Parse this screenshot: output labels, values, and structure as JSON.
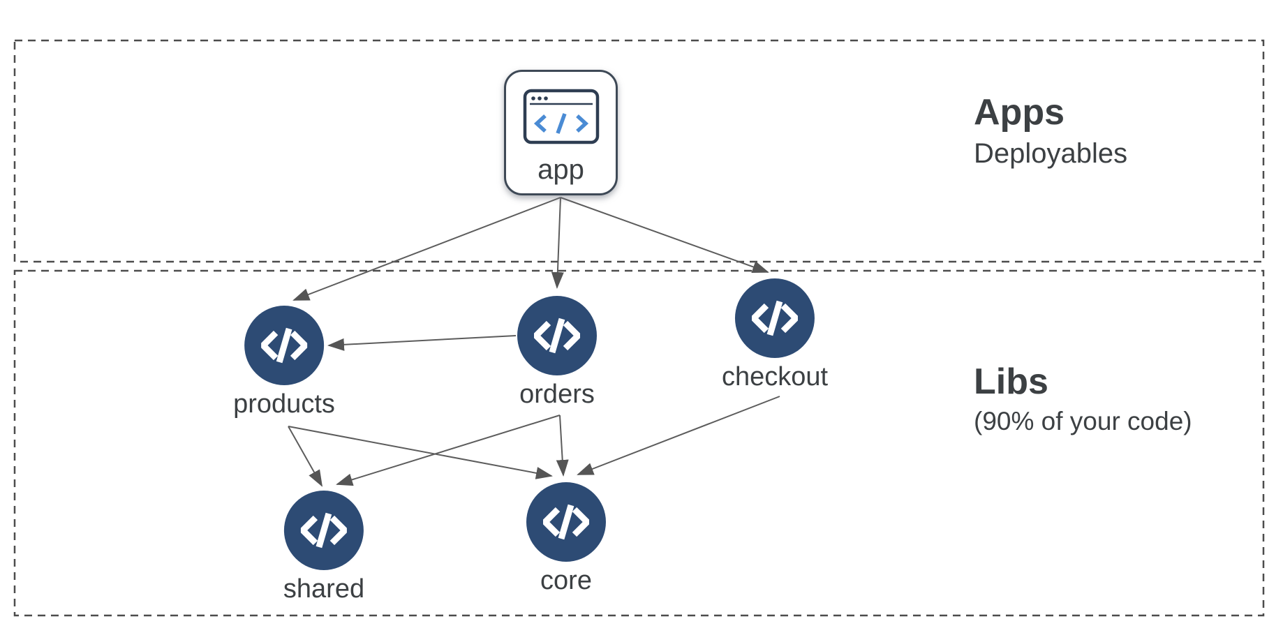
{
  "sections": {
    "apps": {
      "title": "Apps",
      "subtitle": "Deployables"
    },
    "libs": {
      "title": "Libs",
      "subtitle": "(90% of your code)"
    }
  },
  "nodes": {
    "app": {
      "label": "app",
      "icon": "browser-code-icon",
      "section": "apps"
    },
    "products": {
      "label": "products",
      "icon": "code-icon",
      "section": "libs"
    },
    "orders": {
      "label": "orders",
      "icon": "code-icon",
      "section": "libs"
    },
    "checkout": {
      "label": "checkout",
      "icon": "code-icon",
      "section": "libs"
    },
    "shared": {
      "label": "shared",
      "icon": "code-icon",
      "section": "libs"
    },
    "core": {
      "label": "core",
      "icon": "code-icon",
      "section": "libs"
    }
  },
  "edges": [
    {
      "from": "app",
      "to": "products"
    },
    {
      "from": "app",
      "to": "orders"
    },
    {
      "from": "app",
      "to": "checkout"
    },
    {
      "from": "orders",
      "to": "products"
    },
    {
      "from": "products",
      "to": "shared"
    },
    {
      "from": "products",
      "to": "core"
    },
    {
      "from": "orders",
      "to": "shared"
    },
    {
      "from": "orders",
      "to": "core"
    },
    {
      "from": "checkout",
      "to": "core"
    }
  ],
  "colors": {
    "lib_node_fill": "#2d4b74",
    "node_glyph": "#ffffff",
    "edge": "#5c5c5c",
    "arrowhead": "#555555",
    "dashed_border": "#4c4c4c",
    "text": "#3c4043",
    "app_icon_stroke": "#2e3d52",
    "app_icon_code": "#4a8bd4"
  }
}
